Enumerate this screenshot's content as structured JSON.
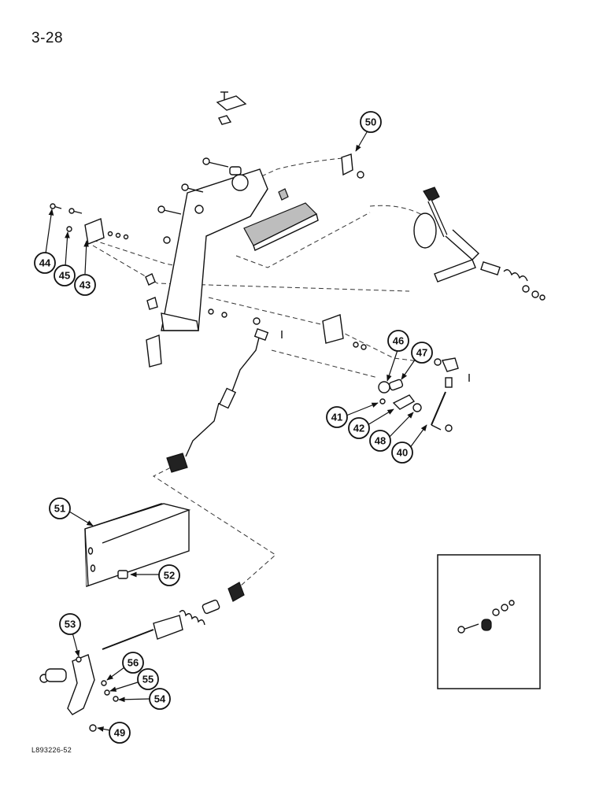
{
  "page": {
    "number": "3-28",
    "drawing_code": "L893226-52"
  },
  "callouts": {
    "c40": "40",
    "c41": "41",
    "c42": "42",
    "c43": "43",
    "c44": "44",
    "c45": "45",
    "c46": "46",
    "c47": "47",
    "c48": "48",
    "c49": "49",
    "c50": "50",
    "c51": "51",
    "c52": "52",
    "c53": "53",
    "c54": "54",
    "c55": "55",
    "c56": "56"
  },
  "colors": {
    "line": "#111111",
    "background": "#ffffff"
  }
}
